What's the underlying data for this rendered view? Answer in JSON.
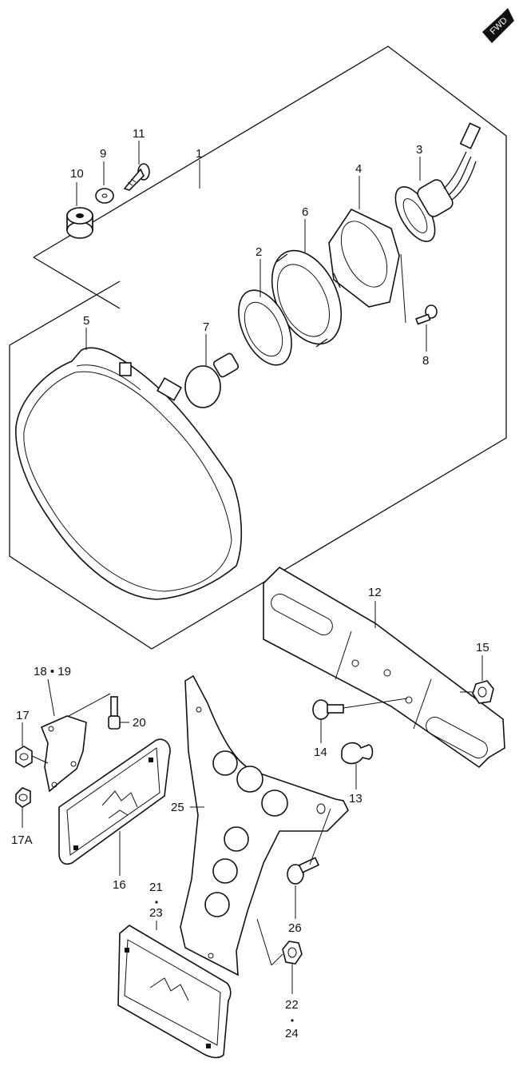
{
  "badge": {
    "text": "FWD"
  },
  "callouts": {
    "p1": "1",
    "p2": "2",
    "p3": "3",
    "p4": "4",
    "p5": "5",
    "p6": "6",
    "p7": "7",
    "p8": "8",
    "p9": "9",
    "p10": "10",
    "p11": "11",
    "p12": "12",
    "p13": "13",
    "p14": "14",
    "p15": "15",
    "p16": "16",
    "p17": "17",
    "p17a": "17A",
    "p18_19": "18 • 19",
    "p20": "20",
    "p21": "21",
    "p23": "23",
    "p22": "22",
    "p24": "24",
    "p25": "25",
    "p26": "26"
  }
}
